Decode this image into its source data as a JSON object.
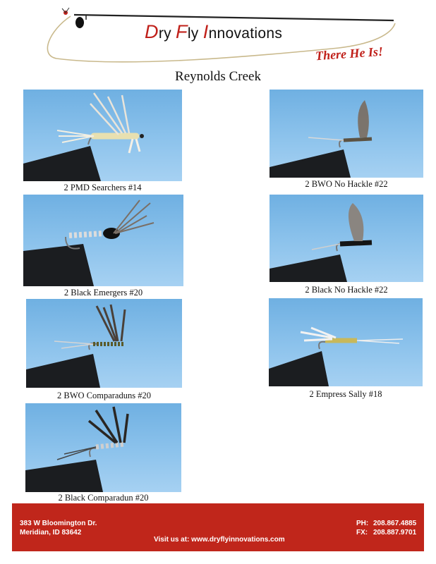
{
  "brand": {
    "name_parts": [
      "D",
      "ry ",
      "F",
      "ly ",
      "I",
      "nnovations"
    ],
    "tagline": "There He Is!",
    "accent_color": "#c0261b"
  },
  "page_title": "Reynolds Creek",
  "flies": [
    {
      "caption": "2 PMD Searchers #14"
    },
    {
      "caption": "2 Black Emergers #20"
    },
    {
      "caption": "2 BWO Comparaduns #20"
    },
    {
      "caption": "2 Black Comparadun #20"
    },
    {
      "caption": "2 BWO No Hackle #22"
    },
    {
      "caption": "2 Black No Hackle #22"
    },
    {
      "caption": "2 Empress Sally #18"
    }
  ],
  "footer": {
    "address_line1": "383 W Bloomington Dr.",
    "address_line2": "Meridian, ID 83642",
    "website": "Visit us at: www.dryflyinnovations.com",
    "phone_label": "PH:",
    "phone": "208.867.4885",
    "fax_label": "FX:",
    "fax": "208.887.9701"
  }
}
